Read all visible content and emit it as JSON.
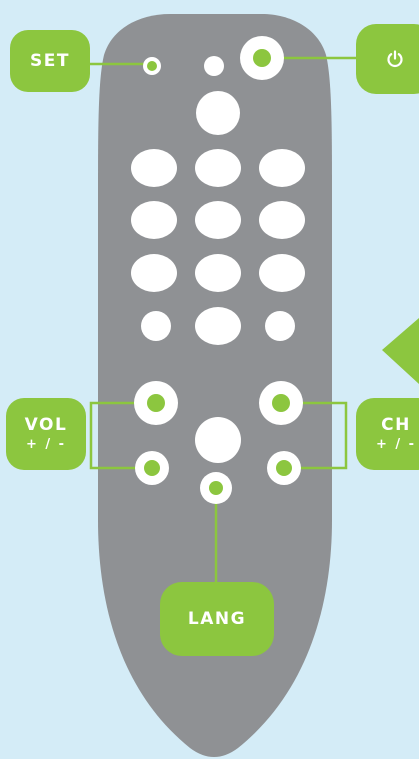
{
  "labels": {
    "set": "SET",
    "vol_main": "VOL",
    "vol_sub": "+ / -",
    "ch_main": "CH",
    "ch_sub": "+ / -",
    "lang": "LANG",
    "power_icon": "power-icon"
  },
  "colors": {
    "background": "#d4ecf7",
    "remote_body": "#8f9194",
    "button": "#ffffff",
    "accent_green": "#8cc63f"
  },
  "remote": {
    "number_pad_rows": 3,
    "number_pad_columns": 3
  }
}
